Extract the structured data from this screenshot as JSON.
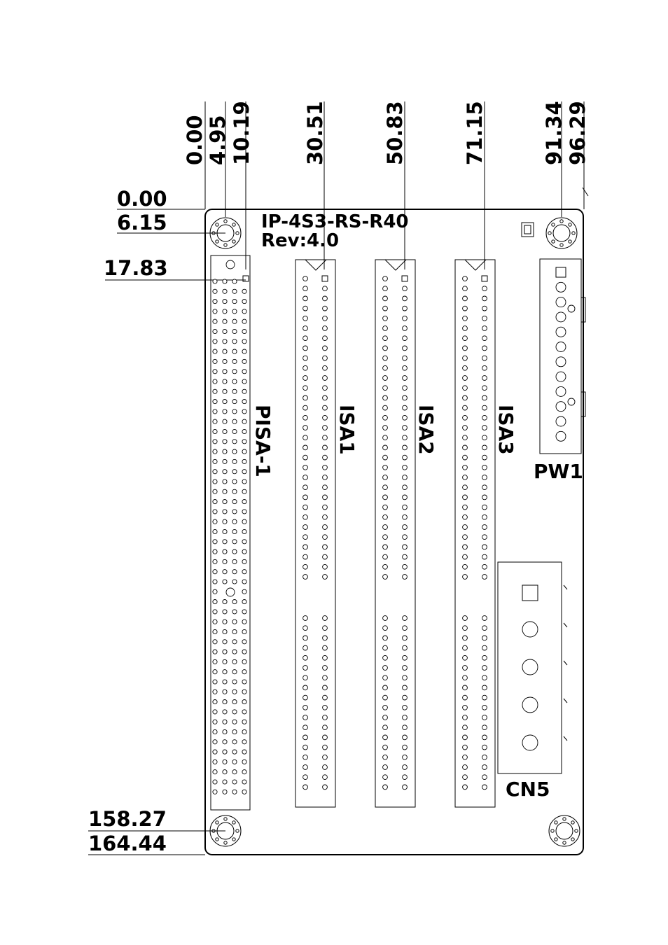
{
  "board": {
    "model": "IP-4S3-RS-R40",
    "revision": "Rev:4.0"
  },
  "dimensions": {
    "horizontal": [
      "0.00",
      "4.95",
      "10.19",
      "30.51",
      "50.83",
      "71.15",
      "91.34",
      "96.29"
    ],
    "vertical": [
      "0.00",
      "6.15",
      "17.83",
      "158.27",
      "164.44"
    ]
  },
  "connectors": {
    "pisa": "PISA-1",
    "isa1": "ISA1",
    "isa2": "ISA2",
    "isa3": "ISA3",
    "power": "PW1",
    "cn5": "CN5"
  }
}
